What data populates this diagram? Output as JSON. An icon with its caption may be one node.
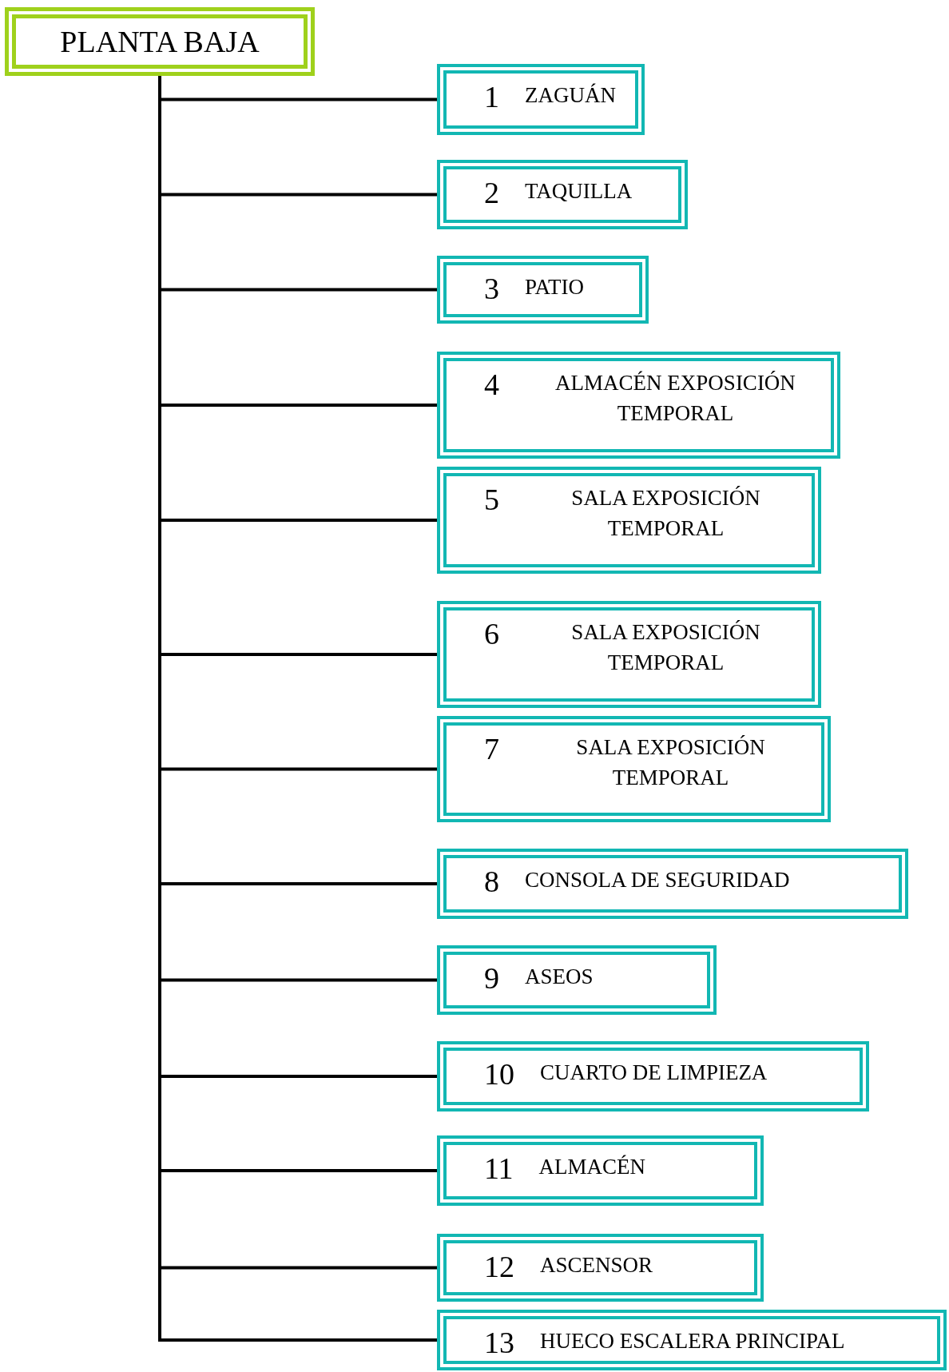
{
  "diagram": {
    "nodes": [
      {
        "text": [
          "PLANTA BAJA"
        ]
      },
      {
        "text": [
          "1",
          "ZAGUÁN"
        ]
      },
      {
        "text": [
          "2",
          "TAQUILLA"
        ]
      },
      {
        "text": [
          "3",
          "PATIO"
        ]
      },
      {
        "text": [
          "4",
          "ALMACÉN EXPOSICIÓN TEMPORAL"
        ]
      },
      {
        "text": [
          "5",
          "SALA EXPOSICIÓN TEMPORAL"
        ]
      },
      {
        "text": [
          "6",
          "SALA EXPOSICIÓN TEMPORAL"
        ]
      },
      {
        "text": [
          "7",
          "SALA EXPOSICIÓN TEMPORAL"
        ]
      },
      {
        "text": [
          "8",
          "CONSOLA DE SEGURIDAD"
        ]
      },
      {
        "text": [
          "9",
          "ASEOS"
        ]
      },
      {
        "text": [
          "10",
          "CUARTO DE LIMPIEZA"
        ]
      },
      {
        "text": [
          "11",
          "ALMACÉN"
        ]
      },
      {
        "text": [
          "12",
          "ASCENSOR"
        ]
      },
      {
        "text": [
          "13",
          "HUECO ESCALERA PRINCIPAL"
        ]
      }
    ],
    "edges": [
      {
        "from": 0,
        "to": 1,
        "arrow": "none"
      },
      {
        "from": 0,
        "to": 2,
        "arrow": "none"
      },
      {
        "from": 0,
        "to": 3,
        "arrow": "none"
      },
      {
        "from": 0,
        "to": 4,
        "arrow": "none"
      },
      {
        "from": 0,
        "to": 5,
        "arrow": "none"
      },
      {
        "from": 0,
        "to": 6,
        "arrow": "none"
      },
      {
        "from": 0,
        "to": 7,
        "arrow": "none"
      },
      {
        "from": 0,
        "to": 8,
        "arrow": "none"
      },
      {
        "from": 0,
        "to": 9,
        "arrow": "none"
      },
      {
        "from": 0,
        "to": 10,
        "arrow": "none"
      },
      {
        "from": 0,
        "to": 11,
        "arrow": "none"
      },
      {
        "from": 0,
        "to": 12,
        "arrow": "none"
      },
      {
        "from": 0,
        "to": 13,
        "arrow": "none"
      }
    ]
  }
}
